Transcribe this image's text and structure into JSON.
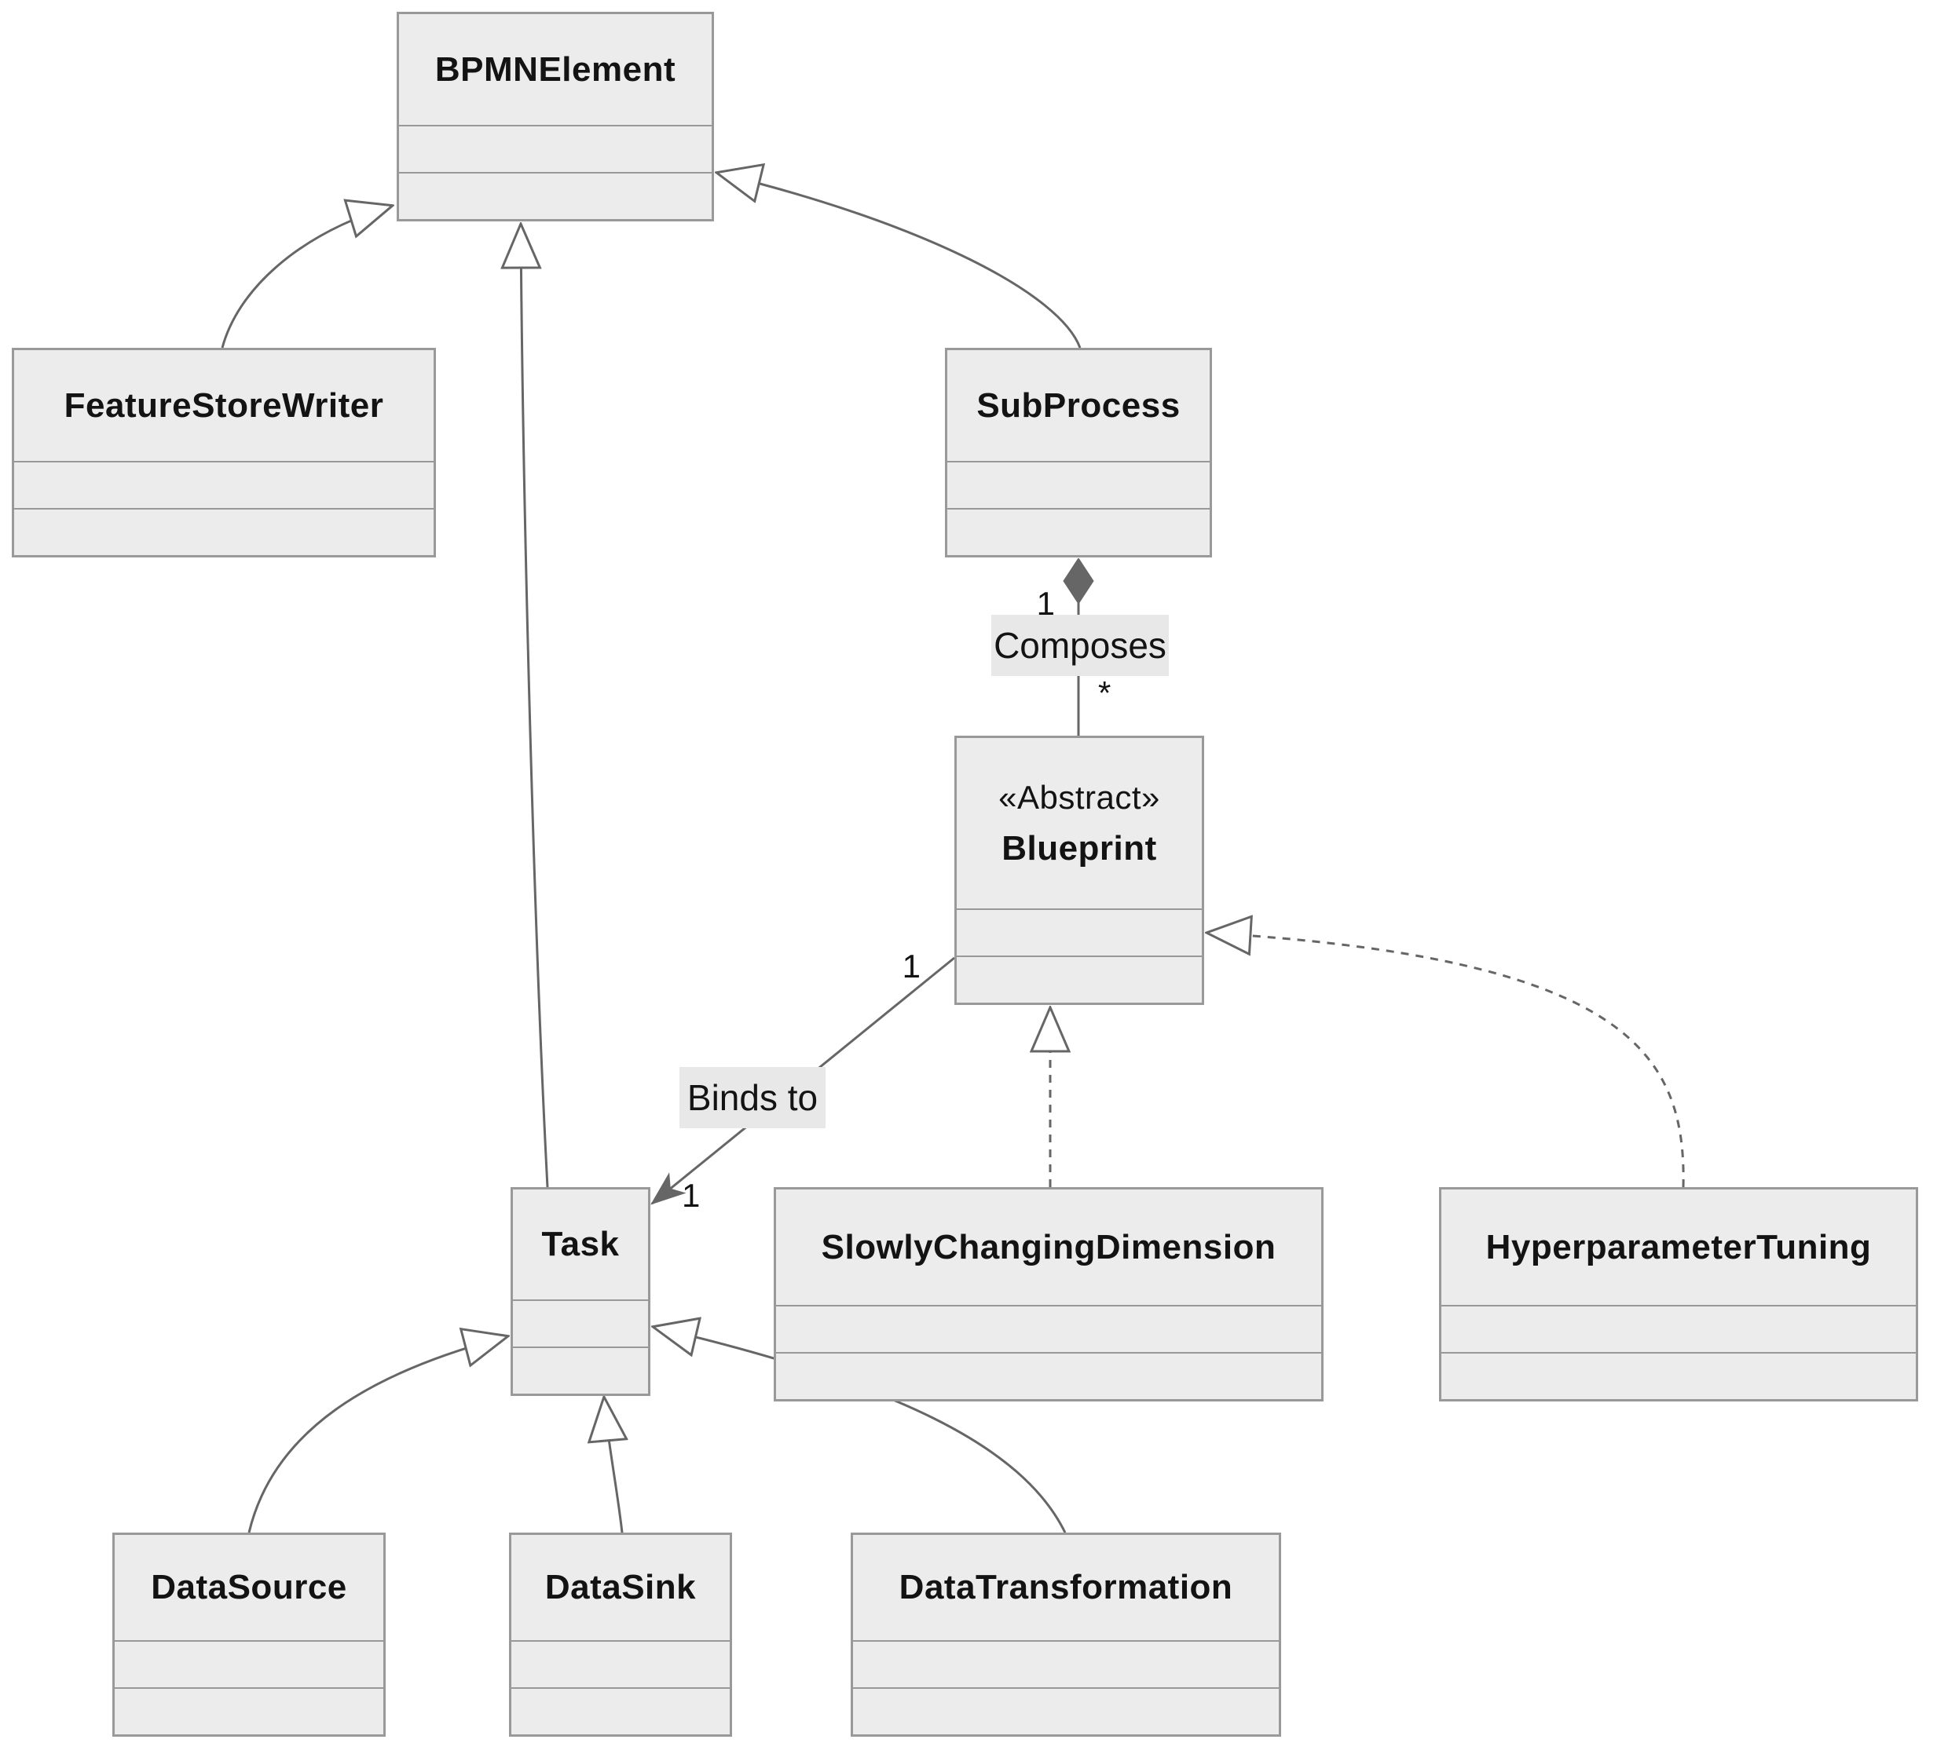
{
  "diagram": {
    "kind": "uml-class-diagram",
    "classes": {
      "bpmn": {
        "name": "BPMNElement"
      },
      "fsw": {
        "name": "FeatureStoreWriter"
      },
      "subprocess": {
        "name": "SubProcess"
      },
      "blueprint": {
        "name": "Blueprint",
        "stereotype": "«Abstract»"
      },
      "task": {
        "name": "Task"
      },
      "scd": {
        "name": "SlowlyChangingDimension"
      },
      "ht": {
        "name": "HyperparameterTuning"
      },
      "datasource": {
        "name": "DataSource"
      },
      "datasink": {
        "name": "DataSink"
      },
      "datatransformation": {
        "name": "DataTransformation"
      }
    },
    "labels": {
      "composes": {
        "text": "Composes",
        "source_mult": "1",
        "target_mult": "*"
      },
      "binds": {
        "text": "Binds to",
        "source_mult": "1",
        "target_mult": "1"
      }
    },
    "relationships": [
      {
        "from": "FeatureStoreWriter",
        "to": "BPMNElement",
        "type": "inheritance"
      },
      {
        "from": "Task",
        "to": "BPMNElement",
        "type": "inheritance"
      },
      {
        "from": "SubProcess",
        "to": "BPMNElement",
        "type": "inheritance"
      },
      {
        "from": "SubProcess",
        "to": "Blueprint",
        "type": "composition",
        "label": "Composes",
        "from_mult": "1",
        "to_mult": "*"
      },
      {
        "from": "Blueprint",
        "to": "Task",
        "type": "association",
        "label": "Binds to",
        "from_mult": "1",
        "to_mult": "1"
      },
      {
        "from": "SlowlyChangingDimension",
        "to": "Blueprint",
        "type": "realization"
      },
      {
        "from": "HyperparameterTuning",
        "to": "Blueprint",
        "type": "realization"
      },
      {
        "from": "DataSource",
        "to": "Task",
        "type": "inheritance"
      },
      {
        "from": "DataSink",
        "to": "Task",
        "type": "inheritance"
      },
      {
        "from": "DataTransformation",
        "to": "Task",
        "type": "inheritance"
      }
    ],
    "colors": {
      "node_fill": "#ececec",
      "node_border": "#999999",
      "edge": "#666666",
      "edge_label_bg": "#e8e8e8",
      "text": "#131313",
      "background": "#ffffff"
    }
  }
}
